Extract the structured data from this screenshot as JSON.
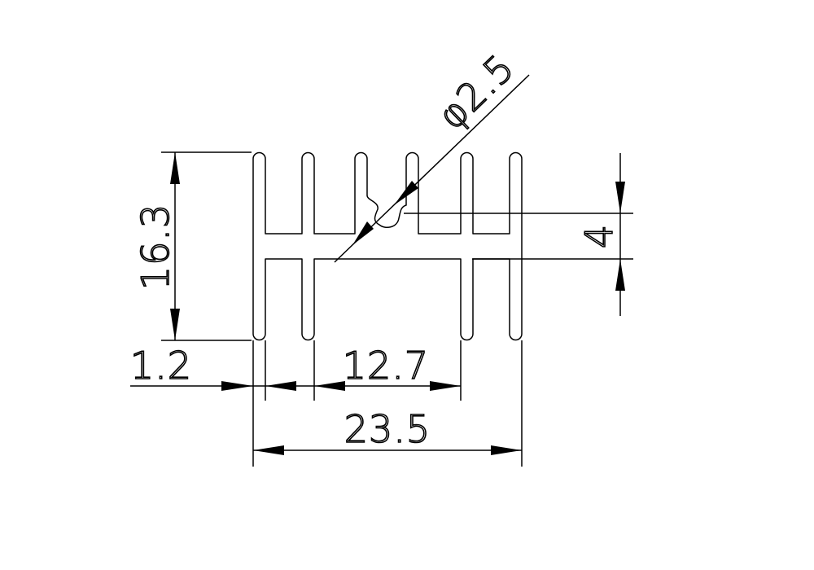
{
  "drawing": {
    "dimensions": {
      "overall_width": "23.5",
      "height": "16.3",
      "fin_thickness": "1.2",
      "slot_width": "12.7",
      "base_thickness": "4",
      "hole_diameter": "φ2.5"
    }
  }
}
